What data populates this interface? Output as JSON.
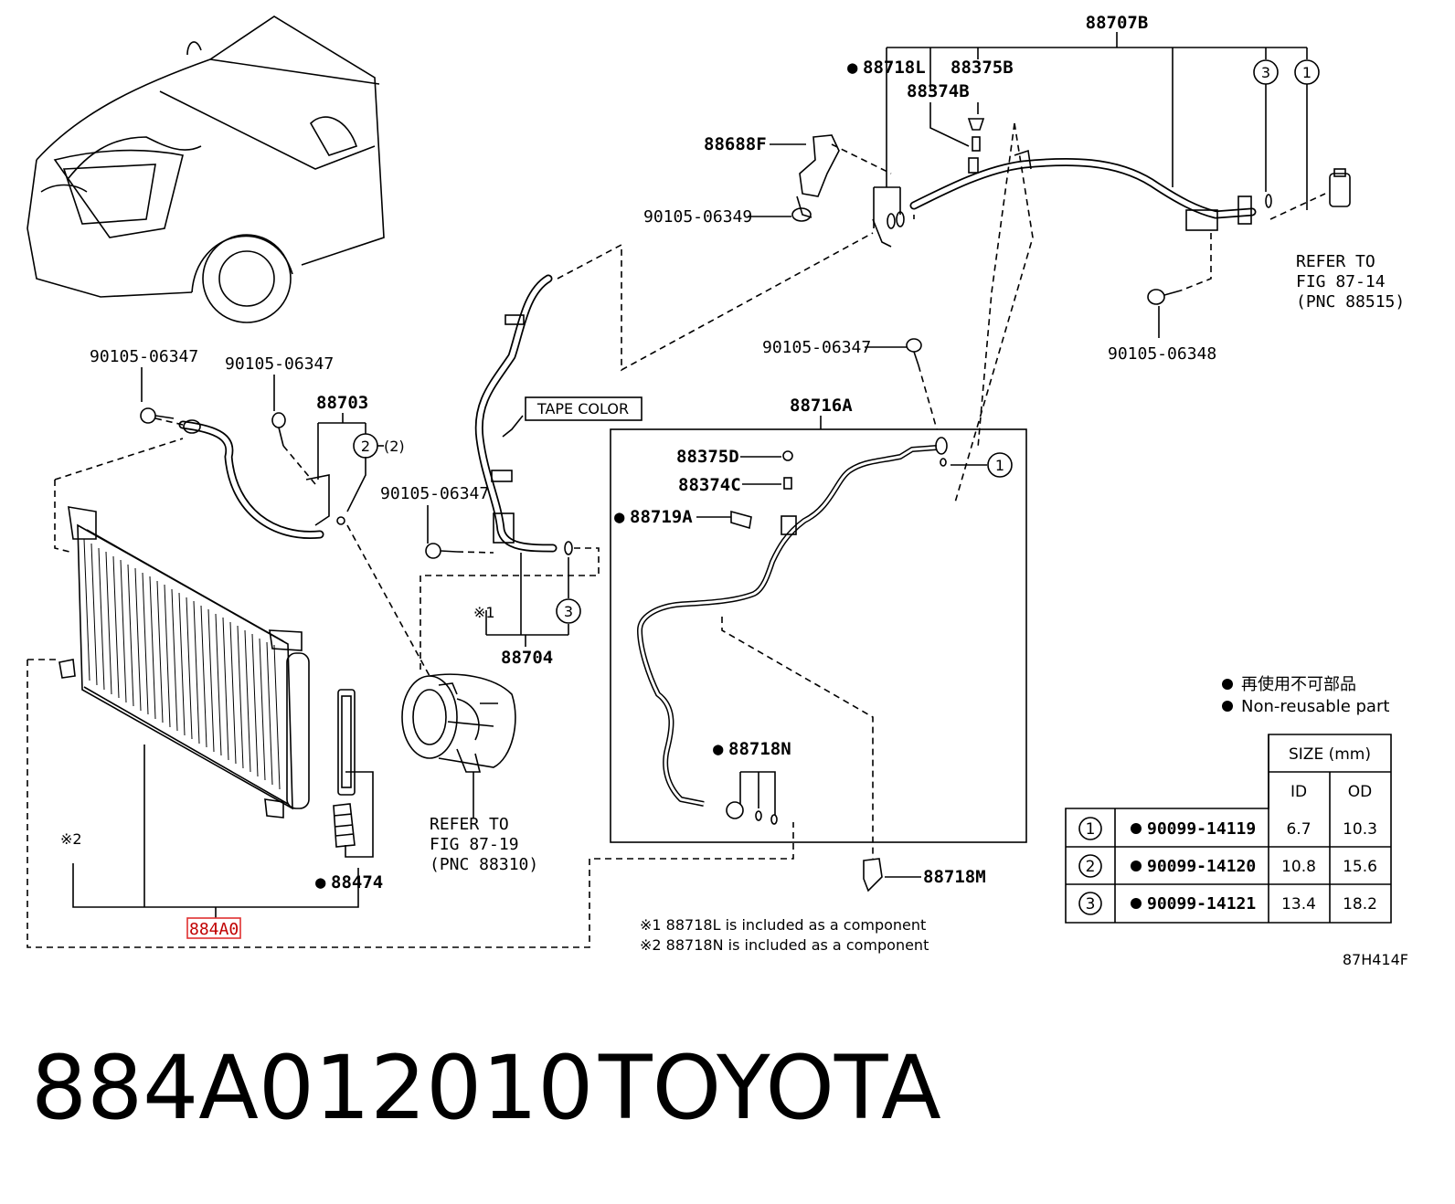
{
  "parts": {
    "p88707B": "88707B",
    "p88718L": "88718L",
    "p88375B": "88375B",
    "p88374B": "88374B",
    "p88688F": "88688F",
    "p90105_06349": "90105-06349",
    "p90105_06347_a": "90105-06347",
    "p90105_06347_b": "90105-06347",
    "p90105_06347_c": "90105-06347",
    "p90105_06347_d": "90105-06347",
    "p90105_06348": "90105-06348",
    "p88703": "88703",
    "p88704": "88704",
    "p88716A": "88716A",
    "p88375D": "88375D",
    "p88374C": "88374C",
    "p88719A": "88719A",
    "p88718N": "88718N",
    "p88718M": "88718M",
    "p88474": "88474",
    "p884A0": "884A0"
  },
  "marks": {
    "circle1": "1",
    "circle2": "2",
    "circle3": "3",
    "paren2": "(2)",
    "note1_mark": "※1",
    "note2_mark": "※2",
    "bullet": "●"
  },
  "tape_color": "TAPE COLOR",
  "refs": {
    "ref87_14": [
      "REFER TO",
      "FIG 87-14",
      "(PNC 88515)"
    ],
    "ref87_19": [
      "REFER TO",
      "FIG 87-19",
      "(PNC 88310)"
    ]
  },
  "legend": {
    "jp": "再使用不可部品",
    "en": "Non-reusable part"
  },
  "footnotes": {
    "n1": "※1 88718L is included as a component",
    "n2": "※2 88718N is included as a component"
  },
  "size_table": {
    "header": "SIZE (mm)",
    "col_id": "ID",
    "col_od": "OD",
    "rows": [
      {
        "mark": "1",
        "part": "90099-14119",
        "id": "6.7",
        "od": "10.3"
      },
      {
        "mark": "2",
        "part": "90099-14120",
        "id": "10.8",
        "od": "15.6"
      },
      {
        "mark": "3",
        "part": "90099-14121",
        "id": "13.4",
        "od": "18.2"
      }
    ]
  },
  "figure_code": "87H414F",
  "caption": {
    "part_number": "884A012010",
    "brand": "TOYOTA"
  },
  "colors": {
    "highlight": "#e03030"
  }
}
